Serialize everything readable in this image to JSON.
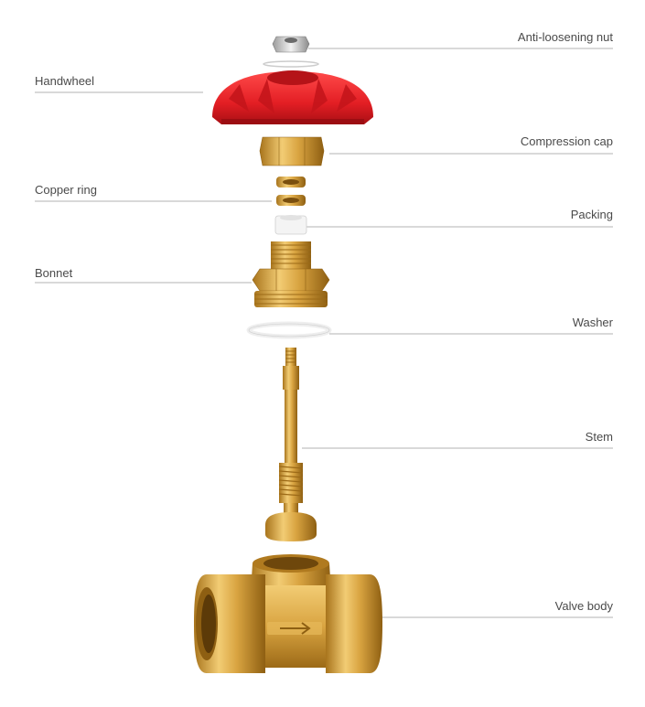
{
  "labels": {
    "anti_loosening_nut": "Anti-loosening nut",
    "handwheel": "Handwheel",
    "compression_cap": "Compression cap",
    "copper_ring": "Copper ring",
    "packing": "Packing",
    "bonnet": "Bonnet",
    "washer": "Washer",
    "stem": "Stem",
    "valve_body": "Valve body"
  },
  "colors": {
    "brass": "#d9a441",
    "brass_dark": "#a8741c",
    "brass_light": "#f2cc74",
    "red": "#e31e24",
    "red_dark": "#a80f14",
    "leader_line": "#9a9a9a",
    "label_text": "#4a4a4a"
  }
}
